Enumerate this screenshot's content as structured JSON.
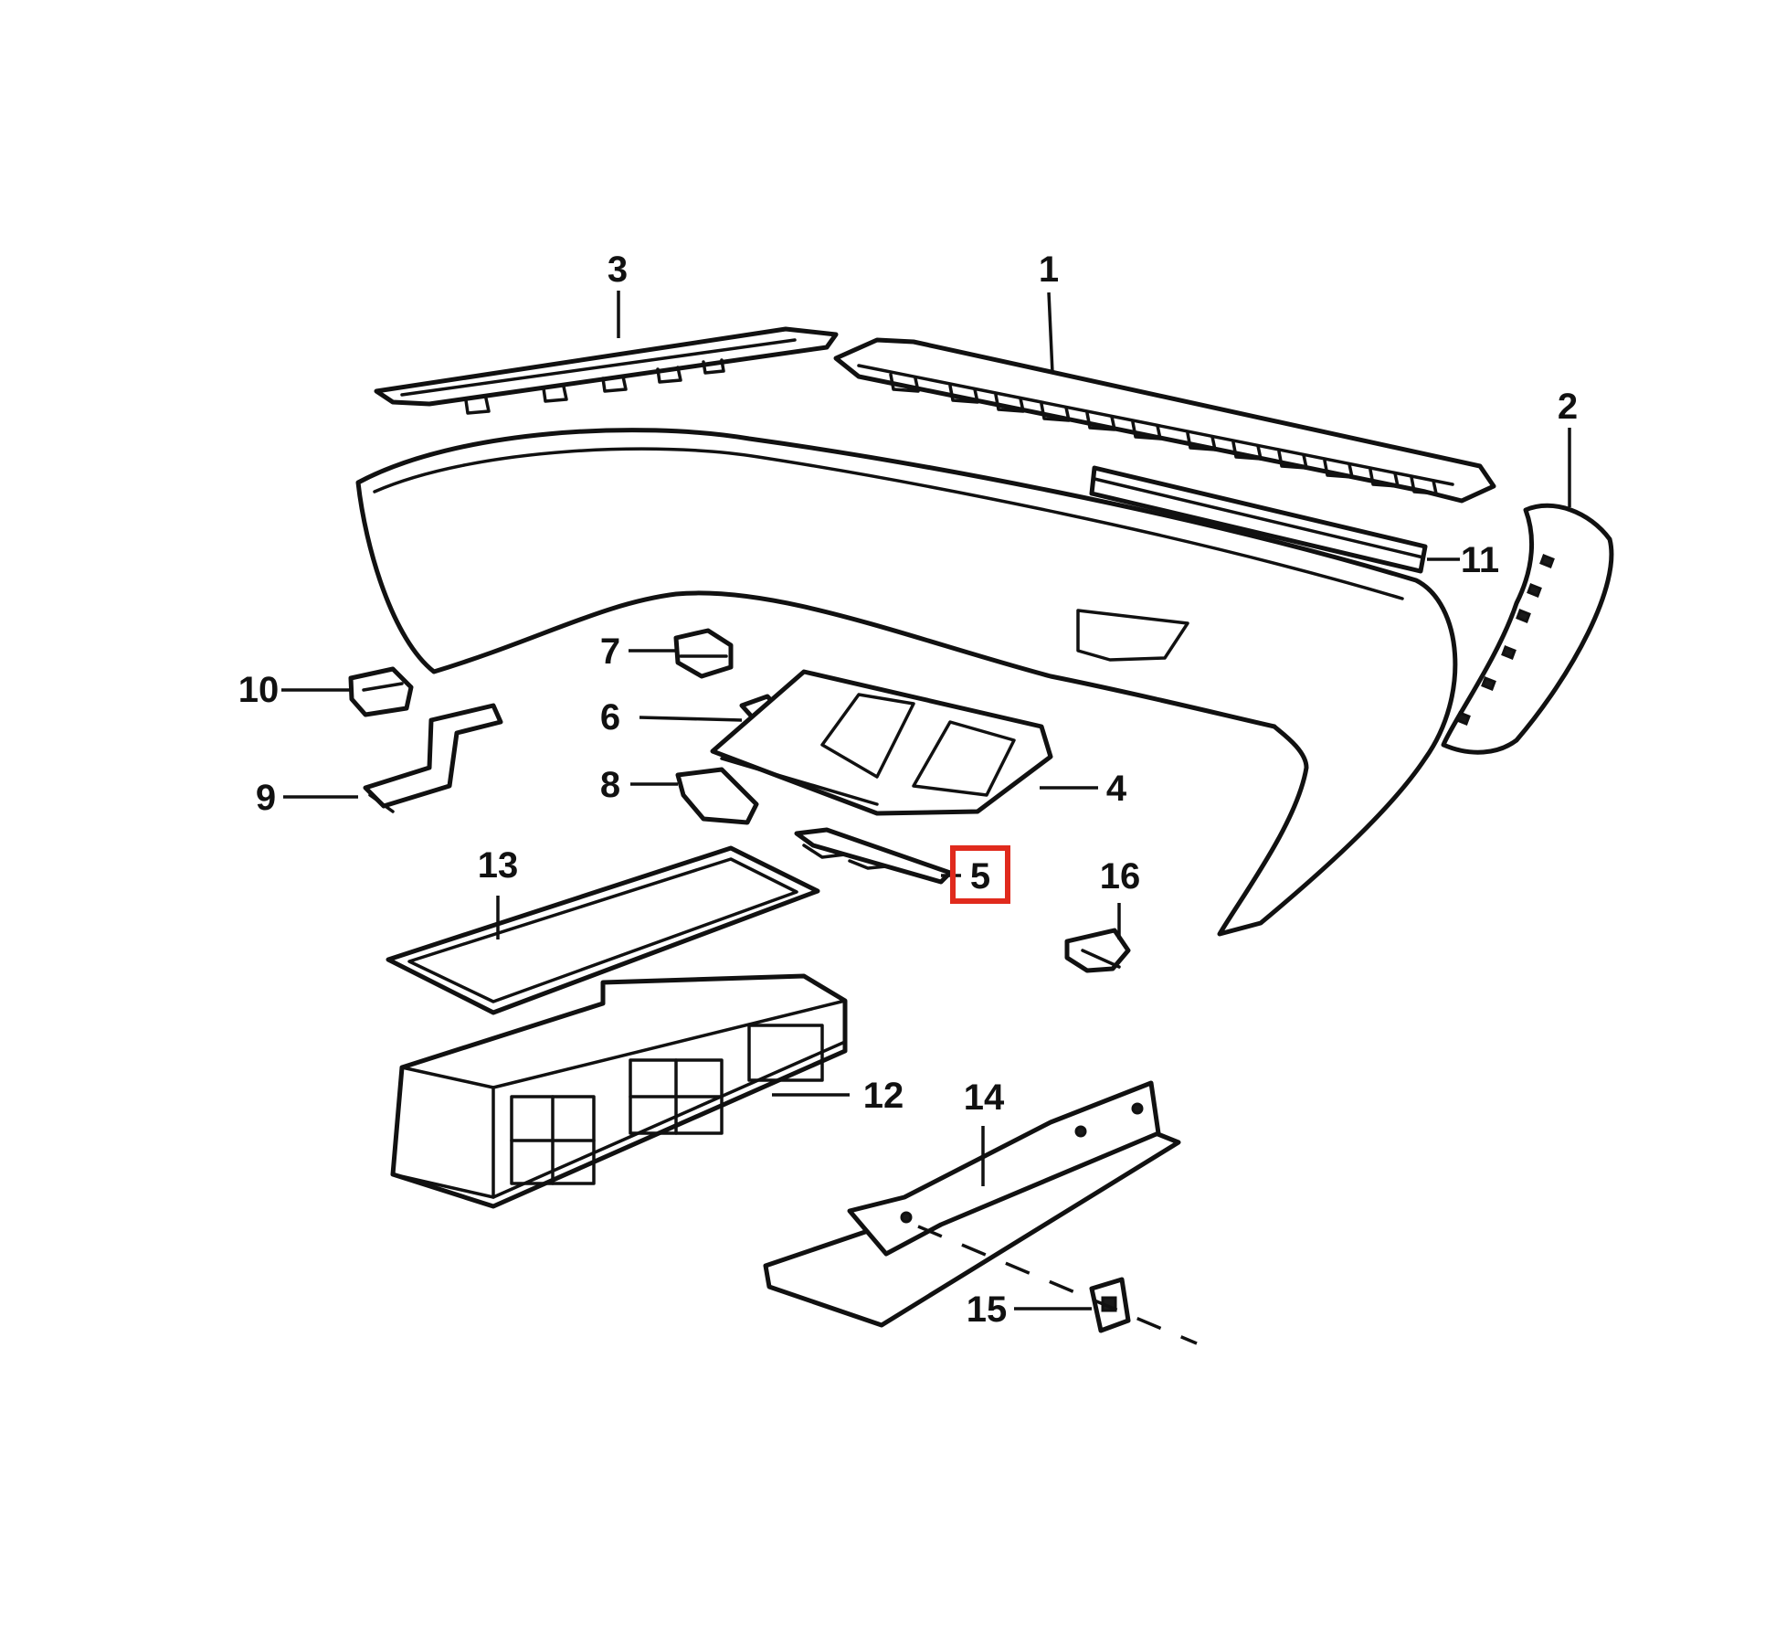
{
  "callouts": [
    {
      "id": "1",
      "label": "1"
    },
    {
      "id": "2",
      "label": "2"
    },
    {
      "id": "3",
      "label": "3"
    },
    {
      "id": "4",
      "label": "4"
    },
    {
      "id": "5",
      "label": "5",
      "highlighted": true
    },
    {
      "id": "6",
      "label": "6"
    },
    {
      "id": "7",
      "label": "7"
    },
    {
      "id": "8",
      "label": "8"
    },
    {
      "id": "9",
      "label": "9"
    },
    {
      "id": "10",
      "label": "10"
    },
    {
      "id": "11",
      "label": "11"
    },
    {
      "id": "12",
      "label": "12"
    },
    {
      "id": "13",
      "label": "13"
    },
    {
      "id": "14",
      "label": "14"
    },
    {
      "id": "15",
      "label": "15"
    },
    {
      "id": "16",
      "label": "16"
    }
  ],
  "colors": {
    "line": "#111111",
    "background": "#ffffff",
    "highlight": "#e02a1d"
  },
  "highlighted_part": "5"
}
